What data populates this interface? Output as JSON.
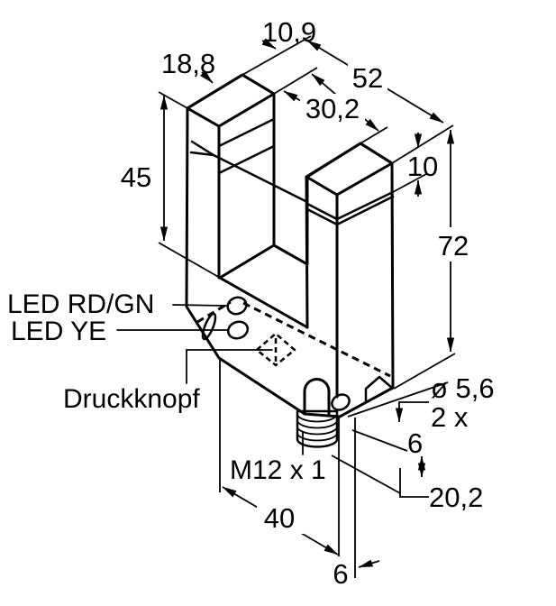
{
  "labels": {
    "dim_10_9": "10,9",
    "dim_18_8": "18,8",
    "dim_52": "52",
    "dim_30_2": "30,2",
    "dim_45": "45",
    "dim_10": "10",
    "dim_72": "72",
    "led_rdgn": "LED RD/GN",
    "led_ye": "LED YE",
    "druckknopf": "Druckknopf",
    "dia_5_6": "ø 5,6",
    "qty_2x": "2 x",
    "dim_6_upper": "6",
    "dim_20_2": "20,2",
    "thread": "M12 x 1",
    "dim_40": "40",
    "dim_6_lower": "6"
  },
  "colors": {
    "body": "#9c9c9c",
    "led_yellow": "#f0b400",
    "led_white": "#f2f2f2",
    "connector": "#d8d8d8",
    "hole": "#eaeaea",
    "background": "#ffffff",
    "line": "#000000"
  }
}
